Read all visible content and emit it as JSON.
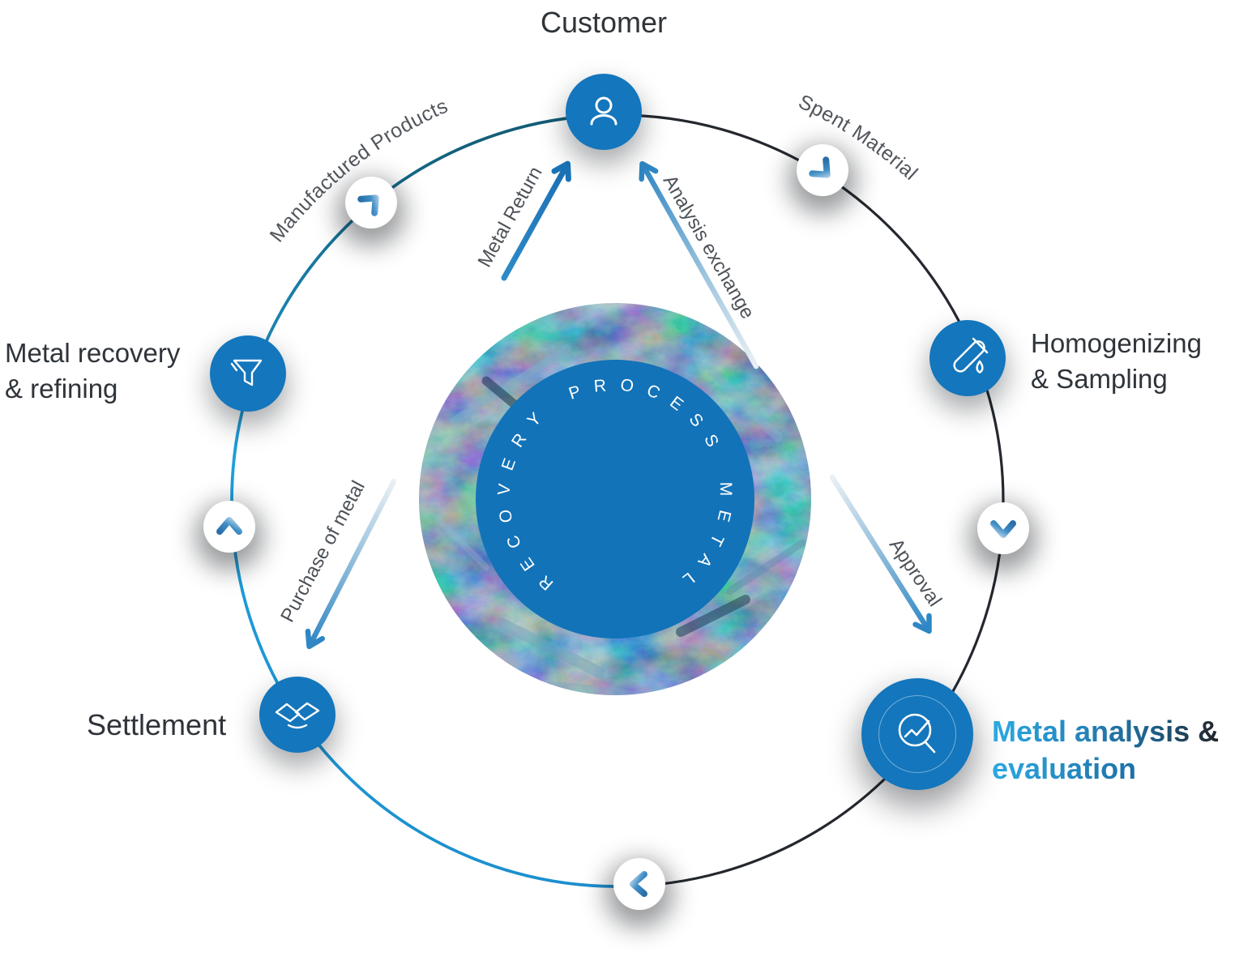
{
  "diagram": {
    "title_hint": "Metal recovery process cycle",
    "center": {
      "circular_text": "RECOVERY PROCESS METAL"
    },
    "nodes": {
      "customer": {
        "label": "Customer",
        "icon": "user-icon"
      },
      "homogenizing_sampling": {
        "line1": "Homogenizing",
        "line2": "& Sampling",
        "icon": "test-tube-icon"
      },
      "metal_analysis_evaluation": {
        "line1": "Metal analysis &",
        "line2": "evaluation",
        "icon": "magnifier-chart-icon",
        "highlighted": true
      },
      "settlement": {
        "label": "Settlement",
        "icon": "handshake-icon"
      },
      "metal_recovery_refining": {
        "line1": "Metal recovery",
        "line2": "& refining",
        "icon": "funnel-icon"
      }
    },
    "edge_labels": {
      "manufactured_products": "Manufactured Products",
      "spent_material": "Spent Material"
    },
    "arrow_labels": {
      "metal_return": "Metal Return",
      "analysis_exchange": "Analysis exchange",
      "purchase_of_metal": "Purchase of metal",
      "approval": "Approval"
    },
    "chevrons": [
      "chevron-up-right",
      "chevron-down-right",
      "chevron-down",
      "chevron-left",
      "chevron-up"
    ],
    "colors": {
      "node_blue": "#1476bc",
      "ring_blue": "#1e9ad8",
      "ring_dark": "#24282e",
      "accent_light_blue": "#2ba9e2",
      "label_dark": "#2f343a",
      "label_gray": "#51565d",
      "center_inner_blue": "#1273b9"
    }
  }
}
